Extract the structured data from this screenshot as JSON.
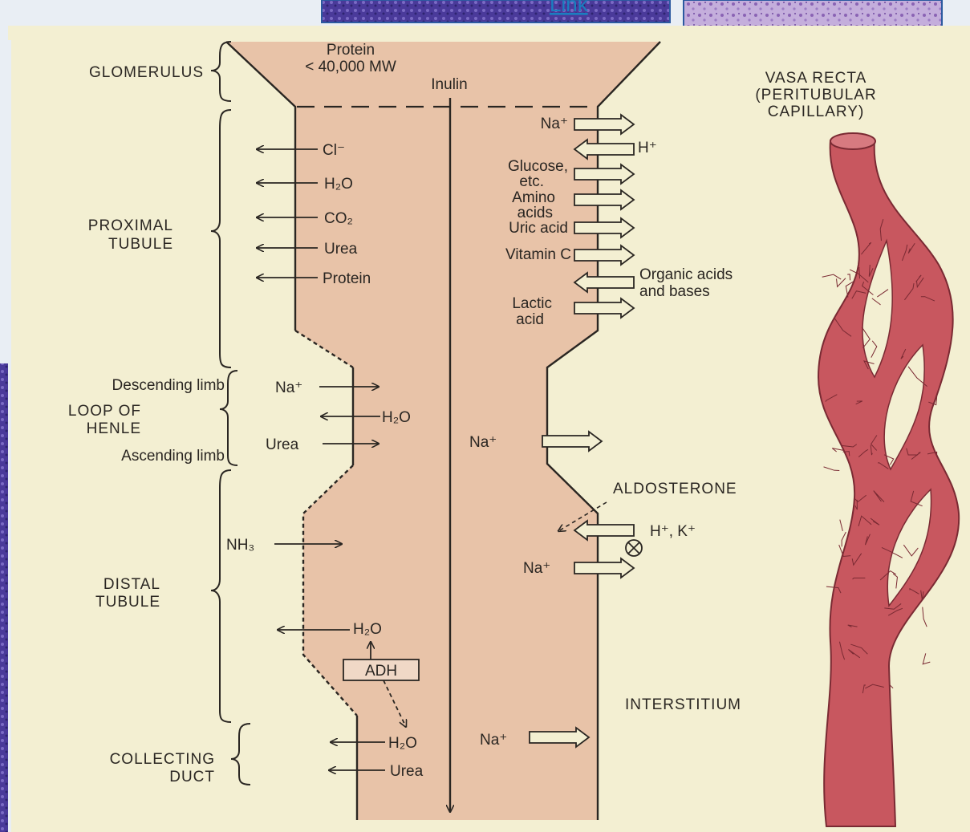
{
  "colors": {
    "paper": "#f3efd2",
    "tubule": "#e8c3a8",
    "vessel": "#c8575f",
    "vessel_vein": "#7a2a33",
    "slide_bg": "#e9eef4",
    "histology": "#a98ac8",
    "link": "#1a7fc0",
    "ink": "#2a2622"
  },
  "icons": {
    "brace": "curly-brace-icon",
    "arrow_left": "arrow-left-icon",
    "arrow_right": "arrow-right-icon",
    "hollow_arrow": "hollow-arrow-icon",
    "inhibit": "circled-x-icon"
  },
  "slide": {
    "fragment_text": "on",
    "link_fragment": "Link"
  },
  "regions": {
    "glomerulus": "GLOMERULUS",
    "proximal_1": "PROXIMAL",
    "proximal_2": "TUBULE",
    "descending": "Descending limb",
    "loop_1": "LOOP OF",
    "loop_2": "HENLE",
    "ascending": "Ascending limb",
    "distal_1": "DISTAL",
    "distal_2": "TUBULE",
    "collecting_1": "COLLECTING",
    "collecting_2": "DUCT"
  },
  "top": {
    "protein_1": "Protein",
    "protein_2": "< 40,000 MW",
    "inulin": "Inulin"
  },
  "vasa": {
    "line1": "VASA RECTA",
    "line2": "(PERITUBULAR",
    "line3": "CAPILLARY)"
  },
  "proximal_left": [
    "Cl⁻",
    "H₂O",
    "CO₂",
    "Urea",
    "Protein"
  ],
  "proximal_right": {
    "na": "Na⁺",
    "h": "H⁺",
    "glucose_1": "Glucose,",
    "glucose_2": "etc.",
    "amino_1": "Amino",
    "amino_2": "acids",
    "uric": "Uric acid",
    "vitc": "Vitamin C",
    "organic_1": "Organic acids",
    "organic_2": "and bases",
    "lactic_1": "Lactic",
    "lactic_2": "acid"
  },
  "loop": {
    "na": "Na⁺",
    "h2o": "H₂O",
    "urea": "Urea",
    "na_right": "Na⁺"
  },
  "distal": {
    "aldosterone": "ALDOSTERONE",
    "hk": "H⁺, K⁺",
    "na": "Na⁺",
    "nh3": "NH₃",
    "h2o": "H₂O",
    "adh": "ADH",
    "interstitium": "INTERSTITIUM"
  },
  "collecting": {
    "h2o": "H₂O",
    "urea": "Urea",
    "na": "Na⁺"
  }
}
